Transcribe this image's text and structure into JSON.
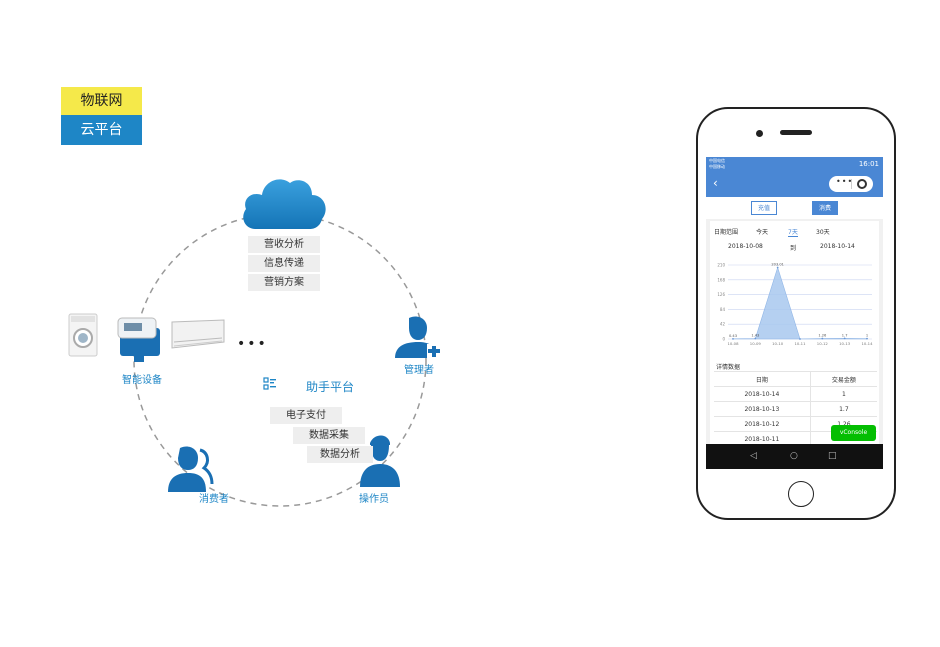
{
  "tags": {
    "top": "物联网",
    "bottom": "云平台"
  },
  "cloud_menu": [
    "营收分析",
    "信息传递",
    "营销方案"
  ],
  "nodes": {
    "smart_devices": "智能设备",
    "manager": "管理者",
    "consumer": "消费者",
    "operator": "操作员"
  },
  "helper": {
    "title": "助手平台",
    "menu": [
      "电子支付",
      "数据采集",
      "数据分析"
    ]
  },
  "dots": "•••",
  "phone": {
    "status": {
      "carrier_line1": "中国电信",
      "carrier_line2": "中国移动",
      "time": "16:01"
    },
    "nav": {
      "back": "‹",
      "more": "•••"
    },
    "tabs": {
      "recharge": "充值",
      "consume": "消费"
    },
    "range": {
      "label": "日期范围",
      "options": [
        "今天",
        "7天",
        "30天"
      ],
      "active": "7天",
      "start": "2018-10-08",
      "to": "到",
      "end": "2018-10-14"
    },
    "detail_title": "详情数据",
    "table": {
      "headers": [
        "日期",
        "交易金额"
      ],
      "rows": [
        [
          "2018-10-14",
          "1"
        ],
        [
          "2018-10-13",
          "1.7"
        ],
        [
          "2018-10-12",
          "1.26"
        ],
        [
          "2018-10-11",
          ""
        ]
      ]
    },
    "vconsole": "vConsole",
    "navkeys": {
      "back": "◁",
      "home": "○",
      "recent": "□"
    }
  },
  "colors": {
    "accent": "#1e86c6",
    "tag_yellow": "#f5e94a",
    "phone_blue": "#4a87d4",
    "chart_fill": "#a8c8ee",
    "vconsole_green": "#04be02"
  },
  "chart_data": {
    "type": "area",
    "x": [
      "10-08",
      "10-09",
      "10-10",
      "10-11",
      "10-12",
      "10-13",
      "10-14"
    ],
    "values": [
      0.43,
      1.43,
      203.01,
      0.1,
      1.26,
      1.7,
      1
    ],
    "value_labels": [
      "0.43",
      "1.43",
      "203.01",
      "",
      "1.26",
      "1.7",
      "1"
    ],
    "yticks": [
      0,
      42,
      84,
      126,
      168,
      210
    ],
    "ylim": [
      0,
      210
    ],
    "grid": true
  }
}
